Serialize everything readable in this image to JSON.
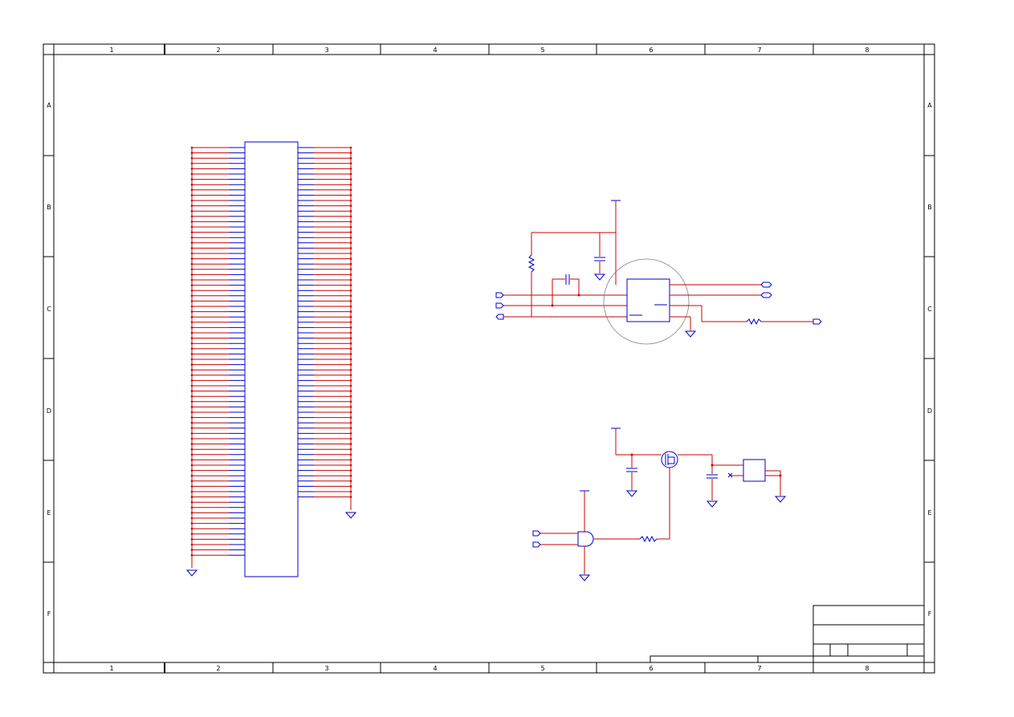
{
  "sheet": {
    "column_labels": [
      "1",
      "2",
      "3",
      "4",
      "5",
      "6",
      "7",
      "8"
    ],
    "row_labels": [
      "A",
      "B",
      "C",
      "D",
      "E",
      "F"
    ]
  },
  "colors": {
    "wire": "#cc0000",
    "component": "#0000cc",
    "frame": "#000000",
    "background": "#ffffff"
  },
  "connector": {
    "left_pin_count": 80,
    "right_pin_count": 70
  },
  "icons": [
    "ground-icon",
    "power-port-icon",
    "off-page-connector-icon",
    "resistor-icon",
    "capacitor-icon",
    "mosfet-icon",
    "gate-icon",
    "no-connect-icon"
  ]
}
